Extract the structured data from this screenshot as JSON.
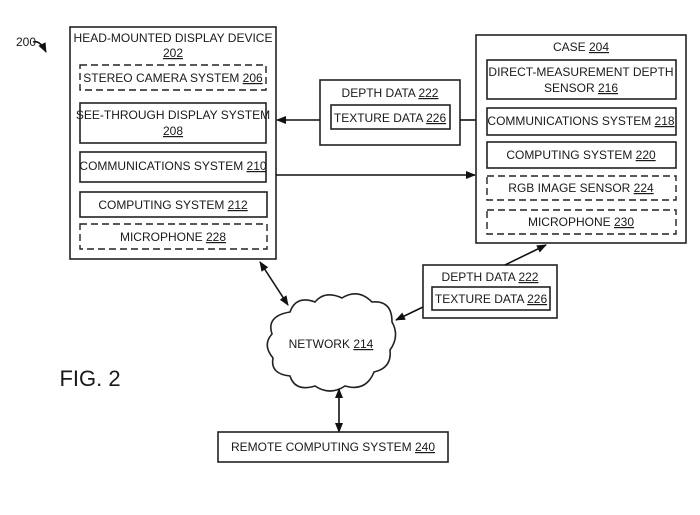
{
  "figure_ref": "200",
  "figure_label": "FIG. 2",
  "hmd": {
    "title": "HEAD-MOUNTED DISPLAY DEVICE",
    "num": "202",
    "stereo": {
      "label": "STEREO CAMERA SYSTEM ",
      "num": "206"
    },
    "display": {
      "label": "SEE-THROUGH DISPLAY SYSTEM",
      "num": "208"
    },
    "comms": {
      "label": "COMMUNICATIONS SYSTEM ",
      "num": "210"
    },
    "computing": {
      "label": "COMPUTING SYSTEM ",
      "num": "212"
    },
    "mic": {
      "label": "MICROPHONE ",
      "num": "228"
    }
  },
  "case": {
    "title": "CASE ",
    "num": "204",
    "depth_sensor": {
      "label1": "DIRECT-MEASUREMENT DEPTH",
      "label2": "SENSOR ",
      "num": "216"
    },
    "comms": {
      "label": "COMMUNICATIONS SYSTEM ",
      "num": "218"
    },
    "computing": {
      "label": "COMPUTING SYSTEM ",
      "num": "220"
    },
    "rgb": {
      "label": "RGB IMAGE SENSOR ",
      "num": "224"
    },
    "mic": {
      "label": "MICROPHONE ",
      "num": "230"
    }
  },
  "data_packet": {
    "depth": {
      "label": "DEPTH DATA ",
      "num": "222"
    },
    "texture": {
      "label": "TEXTURE DATA ",
      "num": "226"
    }
  },
  "network": {
    "label": "NETWORK ",
    "num": "214"
  },
  "remote": {
    "label": "REMOTE COMPUTING SYSTEM ",
    "num": "240"
  }
}
